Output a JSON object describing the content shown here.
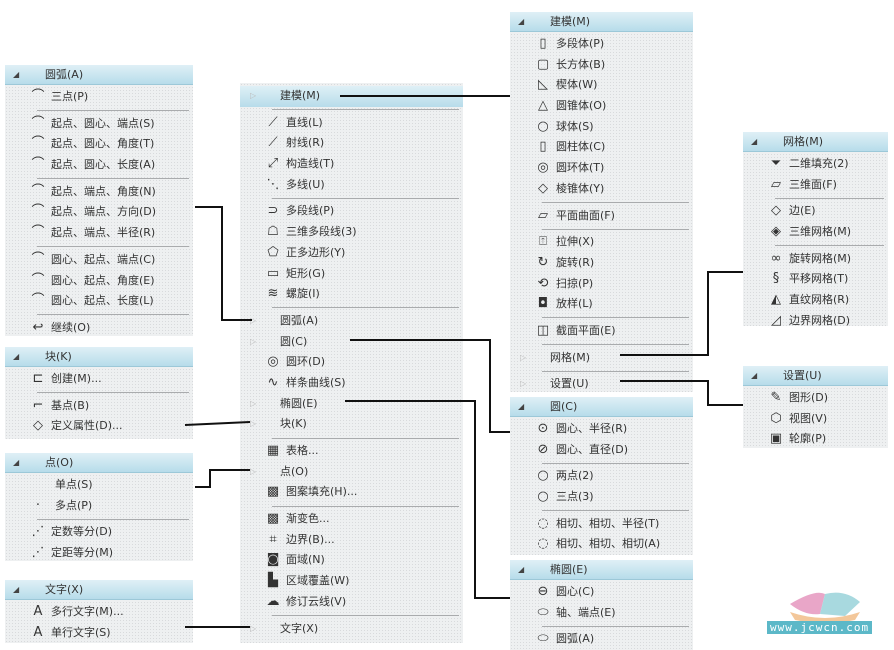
{
  "panels": {
    "arc": {
      "title": "圆弧(A)",
      "groups": [
        [
          {
            "label": "三点(P)",
            "icon": "arc-3point-icon"
          }
        ],
        [
          {
            "label": "起点、圆心、端点(S)",
            "icon": "arc-icon"
          },
          {
            "label": "起点、圆心、角度(T)",
            "icon": "arc-icon"
          },
          {
            "label": "起点、圆心、长度(A)",
            "icon": "arc-icon"
          }
        ],
        [
          {
            "label": "起点、端点、角度(N)",
            "icon": "arc-icon"
          },
          {
            "label": "起点、端点、方向(D)",
            "icon": "arc-icon"
          },
          {
            "label": "起点、端点、半径(R)",
            "icon": "arc-icon"
          }
        ],
        [
          {
            "label": "圆心、起点、端点(C)",
            "icon": "arc-icon"
          },
          {
            "label": "圆心、起点、角度(E)",
            "icon": "arc-icon"
          },
          {
            "label": "圆心、起点、长度(L)",
            "icon": "arc-icon"
          }
        ],
        [
          {
            "label": "继续(O)",
            "icon": "arc-continue-icon"
          }
        ]
      ]
    },
    "block": {
      "title": "块(K)",
      "groups": [
        [
          {
            "label": "创建(M)...",
            "icon": "block-create-icon"
          }
        ],
        [
          {
            "label": "基点(B)",
            "icon": "base-point-icon"
          },
          {
            "label": "定义属性(D)...",
            "icon": "attribute-icon"
          }
        ]
      ]
    },
    "point": {
      "title": "点(O)",
      "groups": [
        [
          {
            "label": "单点(S)",
            "icon": ""
          },
          {
            "label": "多点(P)",
            "icon": "point-icon"
          }
        ],
        [
          {
            "label": "定数等分(D)",
            "icon": "divide-icon"
          },
          {
            "label": "定距等分(M)",
            "icon": "measure-icon"
          }
        ]
      ]
    },
    "text": {
      "title": "文字(X)",
      "groups": [
        [
          {
            "label": "多行文字(M)...",
            "icon": "mtext-icon"
          },
          {
            "label": "单行文字(S)",
            "icon": "text-icon"
          }
        ]
      ]
    },
    "main": {
      "groups": [
        [
          {
            "label": "建模(M)",
            "submenu": true,
            "highlight": true
          }
        ],
        [
          {
            "label": "直线(L)",
            "icon": "line-icon"
          },
          {
            "label": "射线(R)",
            "icon": "ray-icon"
          },
          {
            "label": "构造线(T)",
            "icon": "xline-icon"
          },
          {
            "label": "多线(U)",
            "icon": "mline-icon"
          }
        ],
        [
          {
            "label": "多段线(P)",
            "icon": "polyline-icon"
          },
          {
            "label": "三维多段线(3)",
            "icon": "3dpolyline-icon"
          },
          {
            "label": "正多边形(Y)",
            "icon": "polygon-icon"
          },
          {
            "label": "矩形(G)",
            "icon": "rectangle-icon"
          },
          {
            "label": "螺旋(I)",
            "icon": "helix-icon"
          }
        ],
        [
          {
            "label": "圆弧(A)",
            "submenu": true
          },
          {
            "label": "圆(C)",
            "submenu": true
          },
          {
            "label": "圆环(D)",
            "icon": "donut-icon"
          },
          {
            "label": "样条曲线(S)",
            "icon": "spline-icon"
          },
          {
            "label": "椭圆(E)",
            "submenu": true
          },
          {
            "label": "块(K)",
            "submenu": true
          }
        ],
        [
          {
            "label": "表格...",
            "icon": "table-icon"
          },
          {
            "label": "点(O)",
            "submenu": true
          },
          {
            "label": "图案填充(H)...",
            "icon": "hatch-icon"
          }
        ],
        [
          {
            "label": "渐变色...",
            "icon": "gradient-icon"
          },
          {
            "label": "边界(B)...",
            "icon": "boundary-icon"
          },
          {
            "label": "面域(N)",
            "icon": "region-icon"
          },
          {
            "label": "区域覆盖(W)",
            "icon": "wipeout-icon"
          },
          {
            "label": "修订云线(V)",
            "icon": "revcloud-icon"
          }
        ],
        [
          {
            "label": "文字(X)",
            "submenu": true
          }
        ]
      ]
    },
    "modeling": {
      "title": "建模(M)",
      "groups": [
        [
          {
            "label": "多段体(P)",
            "icon": "polysolid-icon"
          },
          {
            "label": "长方体(B)",
            "icon": "box-icon"
          },
          {
            "label": "楔体(W)",
            "icon": "wedge-icon"
          },
          {
            "label": "圆锥体(O)",
            "icon": "cone-icon"
          },
          {
            "label": "球体(S)",
            "icon": "sphere-icon"
          },
          {
            "label": "圆柱体(C)",
            "icon": "cylinder-icon"
          },
          {
            "label": "圆环体(T)",
            "icon": "torus-icon"
          },
          {
            "label": "棱锥体(Y)",
            "icon": "pyramid-icon"
          }
        ],
        [
          {
            "label": "平面曲面(F)",
            "icon": "planar-surface-icon"
          }
        ],
        [
          {
            "label": "拉伸(X)",
            "icon": "extrude-icon"
          },
          {
            "label": "旋转(R)",
            "icon": "revolve-icon"
          },
          {
            "label": "扫掠(P)",
            "icon": "sweep-icon"
          },
          {
            "label": "放样(L)",
            "icon": "loft-icon"
          }
        ],
        [
          {
            "label": "截面平面(E)",
            "icon": "section-plane-icon"
          }
        ],
        [
          {
            "label": "网格(M)",
            "submenu": true
          }
        ],
        [
          {
            "label": "设置(U)",
            "submenu": true
          }
        ]
      ]
    },
    "mesh": {
      "title": "网格(M)",
      "groups": [
        [
          {
            "label": "二维填充(2)",
            "icon": "solid-fill-icon"
          },
          {
            "label": "三维面(F)",
            "icon": "3dface-icon"
          }
        ],
        [
          {
            "label": "边(E)",
            "icon": "edge-icon"
          },
          {
            "label": "三维网格(M)",
            "icon": "3dmesh-icon"
          }
        ],
        [
          {
            "label": "旋转网格(M)",
            "icon": "revsurf-icon"
          },
          {
            "label": "平移网格(T)",
            "icon": "tabsurf-icon"
          },
          {
            "label": "直纹网格(R)",
            "icon": "rulesurf-icon"
          },
          {
            "label": "边界网格(D)",
            "icon": "edgesurf-icon"
          }
        ]
      ]
    },
    "settings": {
      "title": "设置(U)",
      "groups": [
        [
          {
            "label": "图形(D)",
            "icon": "drawing-icon"
          },
          {
            "label": "视图(V)",
            "icon": "view-icon"
          },
          {
            "label": "轮廓(P)",
            "icon": "profile-icon"
          }
        ]
      ]
    },
    "circle": {
      "title": "圆(C)",
      "groups": [
        [
          {
            "label": "圆心、半径(R)",
            "icon": "circle-radius-icon"
          },
          {
            "label": "圆心、直径(D)",
            "icon": "circle-diameter-icon"
          }
        ],
        [
          {
            "label": "两点(2)",
            "icon": "circle-2p-icon"
          },
          {
            "label": "三点(3)",
            "icon": "circle-3p-icon"
          }
        ],
        [
          {
            "label": "相切、相切、半径(T)",
            "icon": "circle-ttr-icon"
          },
          {
            "label": "相切、相切、相切(A)",
            "icon": "circle-ttt-icon"
          }
        ]
      ]
    },
    "ellipse": {
      "title": "椭圆(E)",
      "groups": [
        [
          {
            "label": "圆心(C)",
            "icon": "ellipse-center-icon"
          },
          {
            "label": "轴、端点(E)",
            "icon": "ellipse-axis-icon"
          }
        ],
        [
          {
            "label": "圆弧(A)",
            "icon": "ellipse-arc-icon"
          }
        ]
      ]
    }
  },
  "watermark": "www.jcwcn.com",
  "colors": {
    "header": "#b7dcea",
    "panel": "#eef0f1",
    "line": "#111111"
  }
}
